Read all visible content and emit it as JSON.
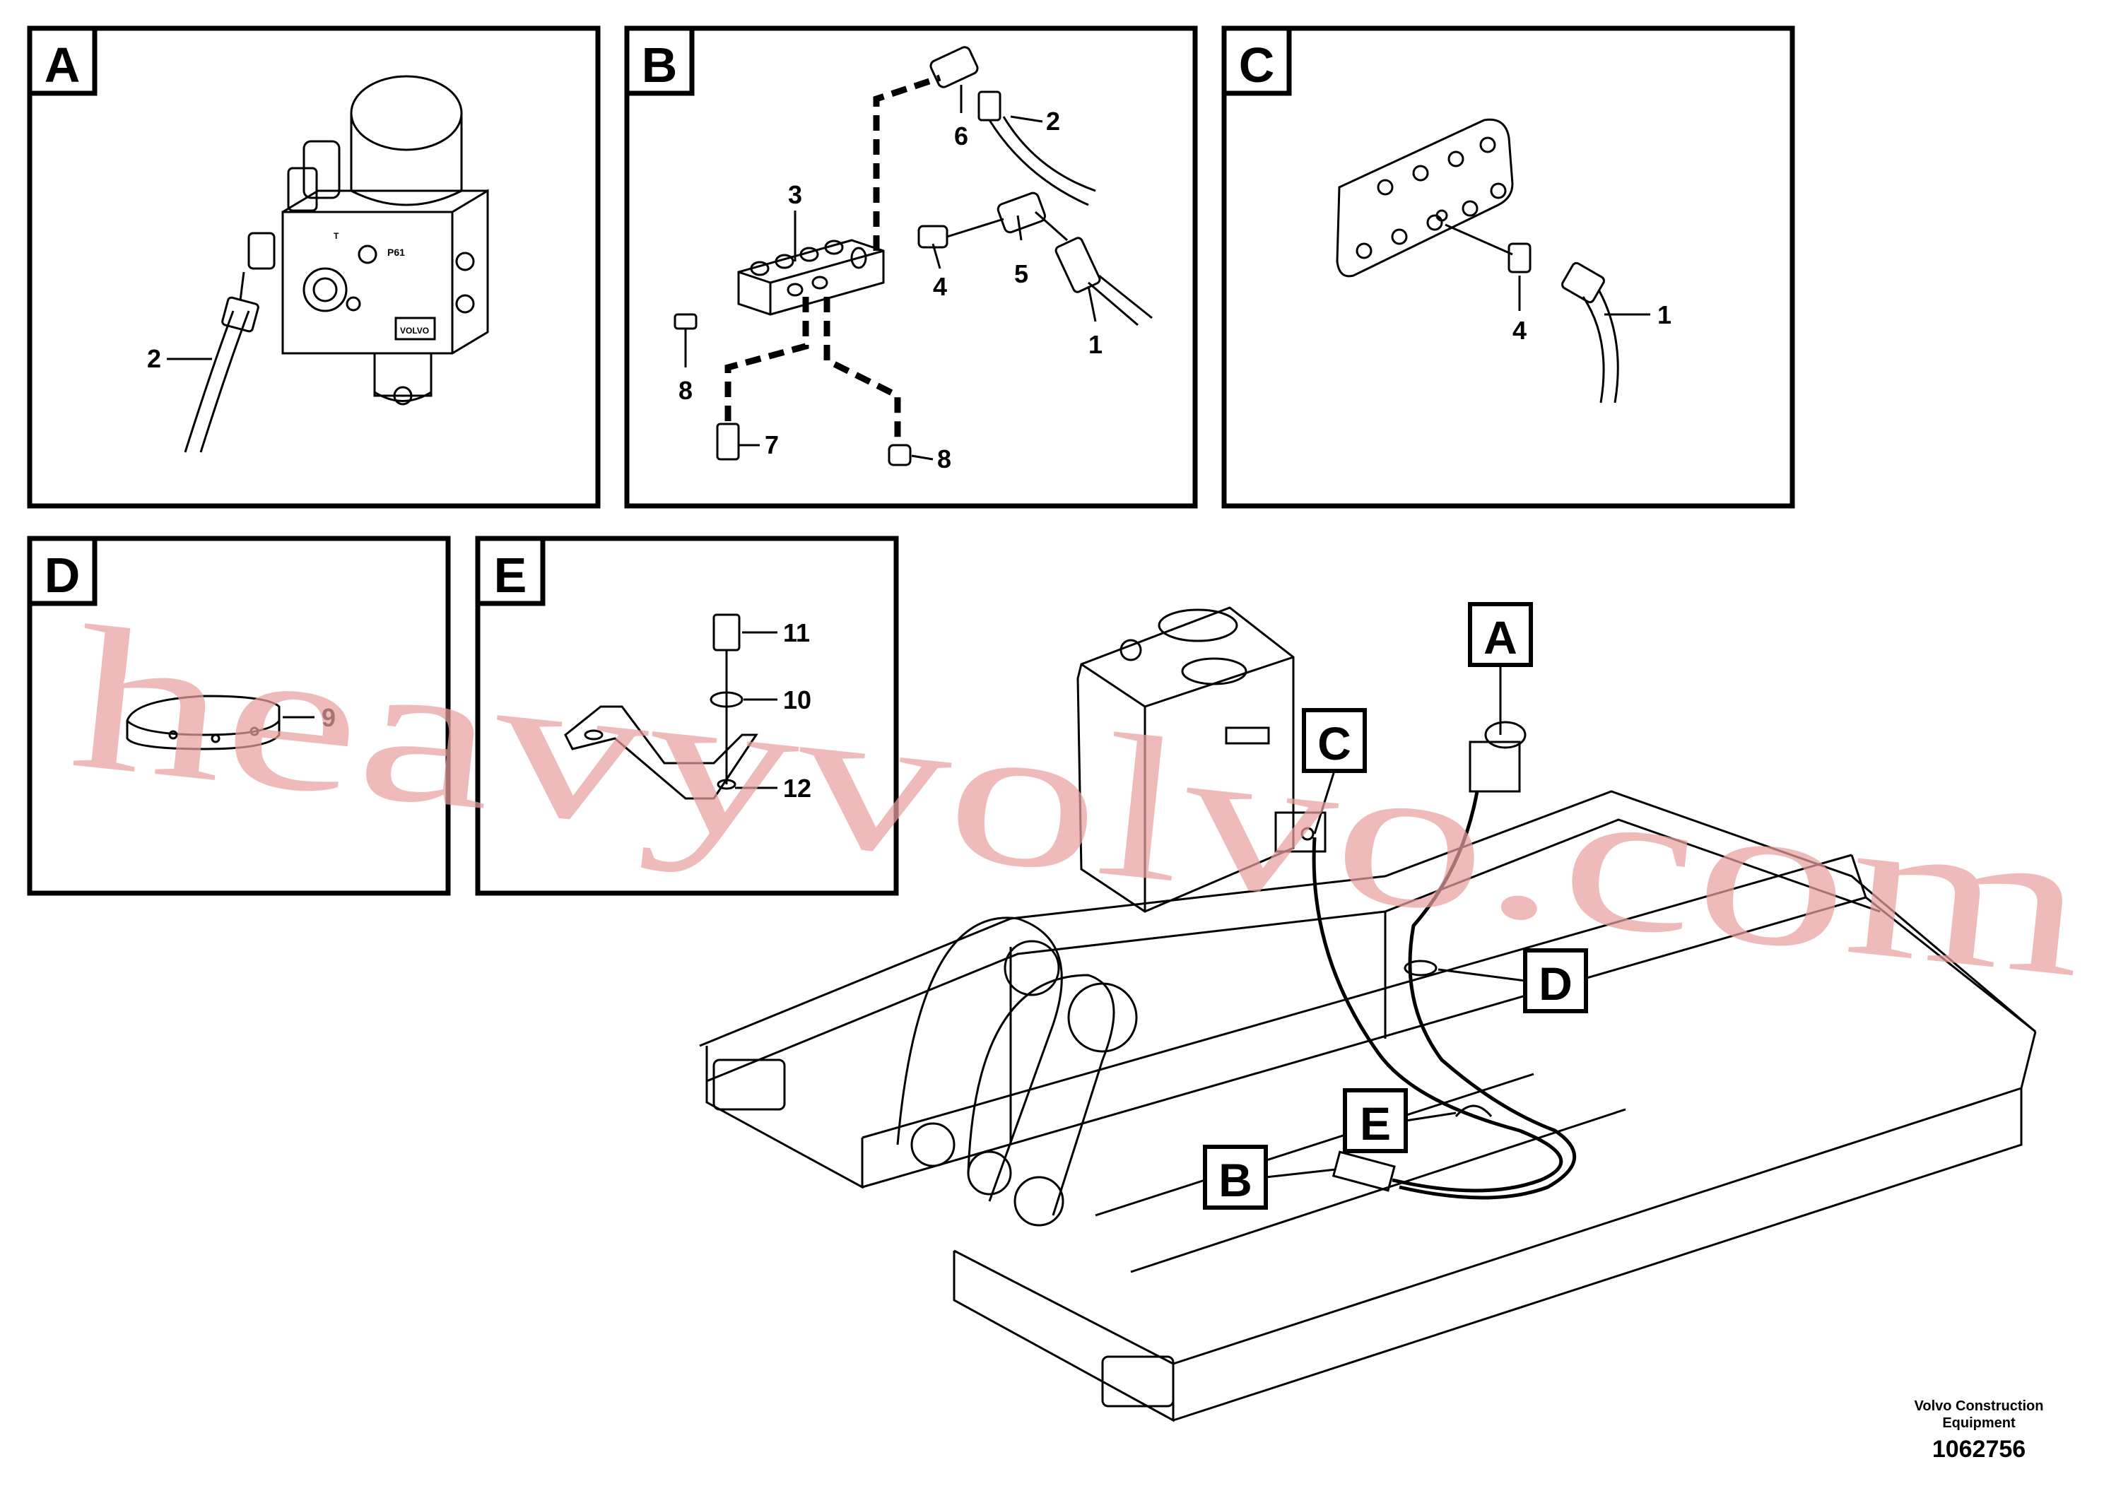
{
  "panels": {
    "A": {
      "letter": "A",
      "callouts": [
        "2"
      ]
    },
    "B": {
      "letter": "B",
      "callouts": [
        "2",
        "6",
        "3",
        "4",
        "5",
        "1",
        "8",
        "7",
        "8"
      ]
    },
    "C": {
      "letter": "C",
      "callouts": [
        "4",
        "1"
      ]
    },
    "D": {
      "letter": "D",
      "callouts": [
        "9"
      ]
    },
    "E": {
      "letter": "E",
      "callouts": [
        "11",
        "10",
        "12"
      ]
    }
  },
  "main_view": {
    "callouts": [
      "A",
      "C",
      "D",
      "E",
      "B"
    ]
  },
  "component_text": {
    "valve_brand": "VOLVO",
    "port_label": "P61",
    "port_t": "T"
  },
  "watermark": "heavyvolvo.com",
  "footer": {
    "company_line1": "Volvo Construction",
    "company_line2": "Equipment",
    "ref_number": "1062756"
  },
  "colors": {
    "ink": "#000000",
    "watermark": "#e7a0a0",
    "background": "#ffffff"
  }
}
